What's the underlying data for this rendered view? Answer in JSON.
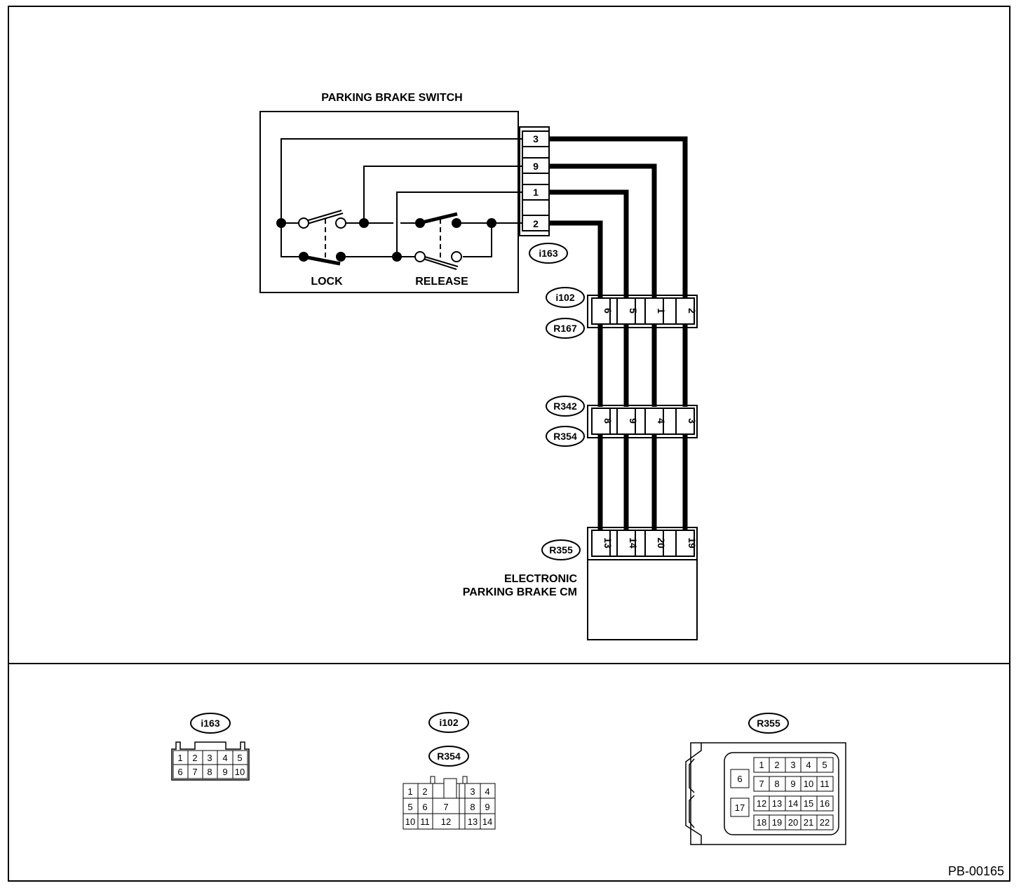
{
  "diagram_ref": "PB-00165",
  "switch": {
    "title": "PARKING BRAKE SWITCH",
    "lock_label": "LOCK",
    "release_label": "RELEASE",
    "connector": "i163",
    "pins": [
      "3",
      "9",
      "1",
      "2"
    ]
  },
  "junction1": {
    "top": "i102",
    "bottom": "R167",
    "pins": [
      "6",
      "5",
      "1",
      "",
      "2"
    ]
  },
  "junction2": {
    "top": "R342",
    "bottom": "R354",
    "pins": [
      "8",
      "9",
      "4",
      "",
      "3"
    ]
  },
  "cm": {
    "connector": "R355",
    "label_line1": "ELECTRONIC",
    "label_line2": "PARKING BRAKE CM",
    "pins": [
      "13",
      "14",
      "20",
      "",
      "19"
    ]
  },
  "views": {
    "i163": {
      "tag": "i163",
      "row1": [
        "1",
        "2",
        "3",
        "4",
        "5"
      ],
      "row2": [
        "6",
        "7",
        "8",
        "9",
        "10"
      ]
    },
    "i102": {
      "tag1": "i102",
      "tag2": "R354",
      "row1": [
        "1",
        "2",
        "3",
        "4"
      ],
      "row2": [
        "5",
        "6",
        "7",
        "8",
        "9"
      ],
      "row3": [
        "10",
        "11",
        "12",
        "13",
        "14"
      ]
    },
    "r355": {
      "tag": "R355",
      "single1": "6",
      "single2": "17",
      "row1": [
        "1",
        "2",
        "3",
        "4",
        "5"
      ],
      "row2": [
        "7",
        "8",
        "9",
        "10",
        "11"
      ],
      "row3": [
        "12",
        "13",
        "14",
        "15",
        "16"
      ],
      "row4": [
        "18",
        "19",
        "20",
        "21",
        "22"
      ]
    }
  }
}
